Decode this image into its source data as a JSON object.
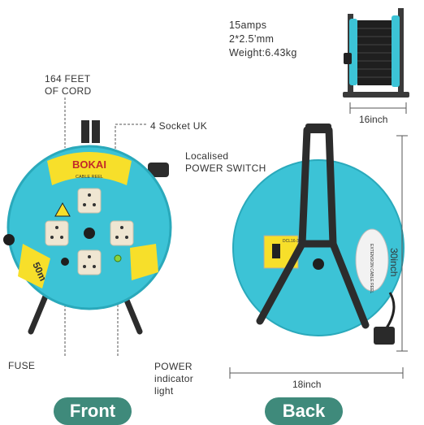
{
  "specs": {
    "current": "15amps",
    "cable": "2*2.5’mm",
    "weight": "Weight:6.43kg"
  },
  "dimensions": {
    "top_width": "16inch",
    "height": "30inch",
    "bottom_width": "18inch"
  },
  "callouts": {
    "cord_line1": "164 FEET",
    "cord_line2": "OF CORD",
    "sockets": "4 Socket UK",
    "switch_line1": "Localised",
    "switch_line2": "POWER SWITCH",
    "fuse": "FUSE",
    "power_line1": "POWER",
    "power_line2": "indicator",
    "power_line3": "light"
  },
  "product": {
    "brand": "BOKAI",
    "label_subtitle": "CABLE REEL",
    "length_label": "50m",
    "switch_panel_text": "DCL16-32",
    "side_label_text": "EXTENSION CABLE REEL"
  },
  "buttons": {
    "front": "Front",
    "back": "Back"
  },
  "colors": {
    "reel_body": "#3cc3d6",
    "frame": "#3a3a3a",
    "label_yellow": "#f7df2a",
    "pill": "#3f8a7b"
  }
}
